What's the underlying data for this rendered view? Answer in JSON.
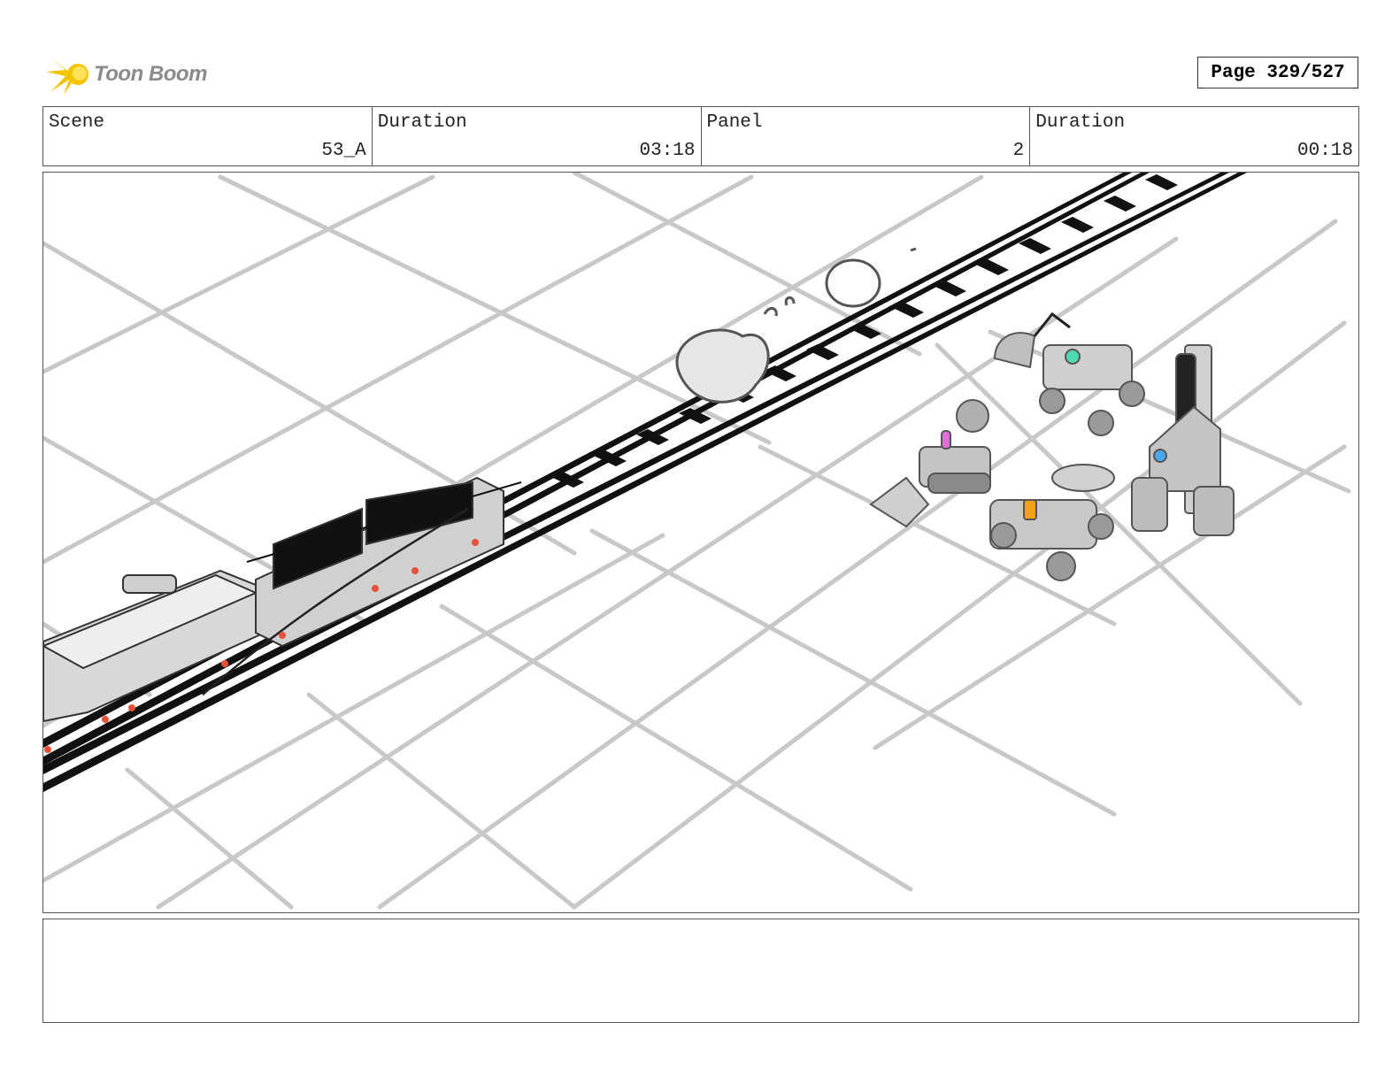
{
  "header": {
    "logo_text": "Toon Boom",
    "page_label": "Page 329/527"
  },
  "info": [
    {
      "label": "Scene",
      "value": "53_A"
    },
    {
      "label": "Duration",
      "value": "03:18"
    },
    {
      "label": "Panel",
      "value": "2"
    },
    {
      "label": "Duration",
      "value": "00:18"
    }
  ],
  "notes": {
    "text": ""
  },
  "colors": {
    "logo_yellow": "#f5c400",
    "grid_gray": "#c8c8c8",
    "track_black": "#111111",
    "character_green": "#4fd9b0",
    "character_pink": "#e070d8",
    "character_orange": "#f2a11d",
    "character_blue": "#4aa6e8"
  }
}
